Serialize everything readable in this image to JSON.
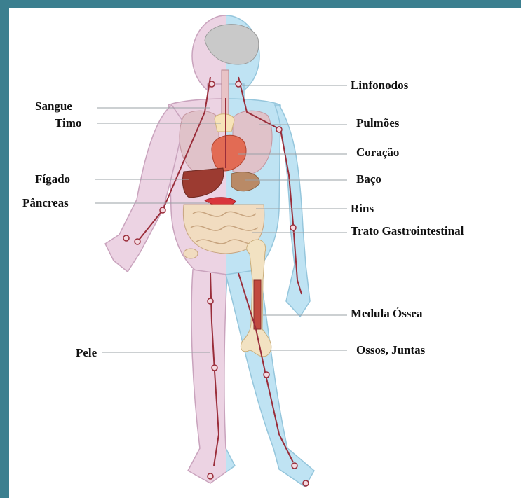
{
  "colors": {
    "frame": "#3b7f8f",
    "left_half": "#ecd3e3",
    "right_half": "#bfe3f3",
    "vessels": "#9a2d3a",
    "leader_lines": "#9aa0a6"
  },
  "labels": {
    "sangue": "Sangue",
    "timo": "Timo",
    "figado": "Fígado",
    "pancreas": "Pâncreas",
    "pele": "Pele",
    "linfonodos": "Linfonodos",
    "pulmoes": "Pulmões",
    "coracao": "Coração",
    "baco": "Baço",
    "rins": "Rins",
    "trato": "Trato Gastrointestinal",
    "medula": "Medula Óssea",
    "ossos": "Ossos, Juntas"
  }
}
